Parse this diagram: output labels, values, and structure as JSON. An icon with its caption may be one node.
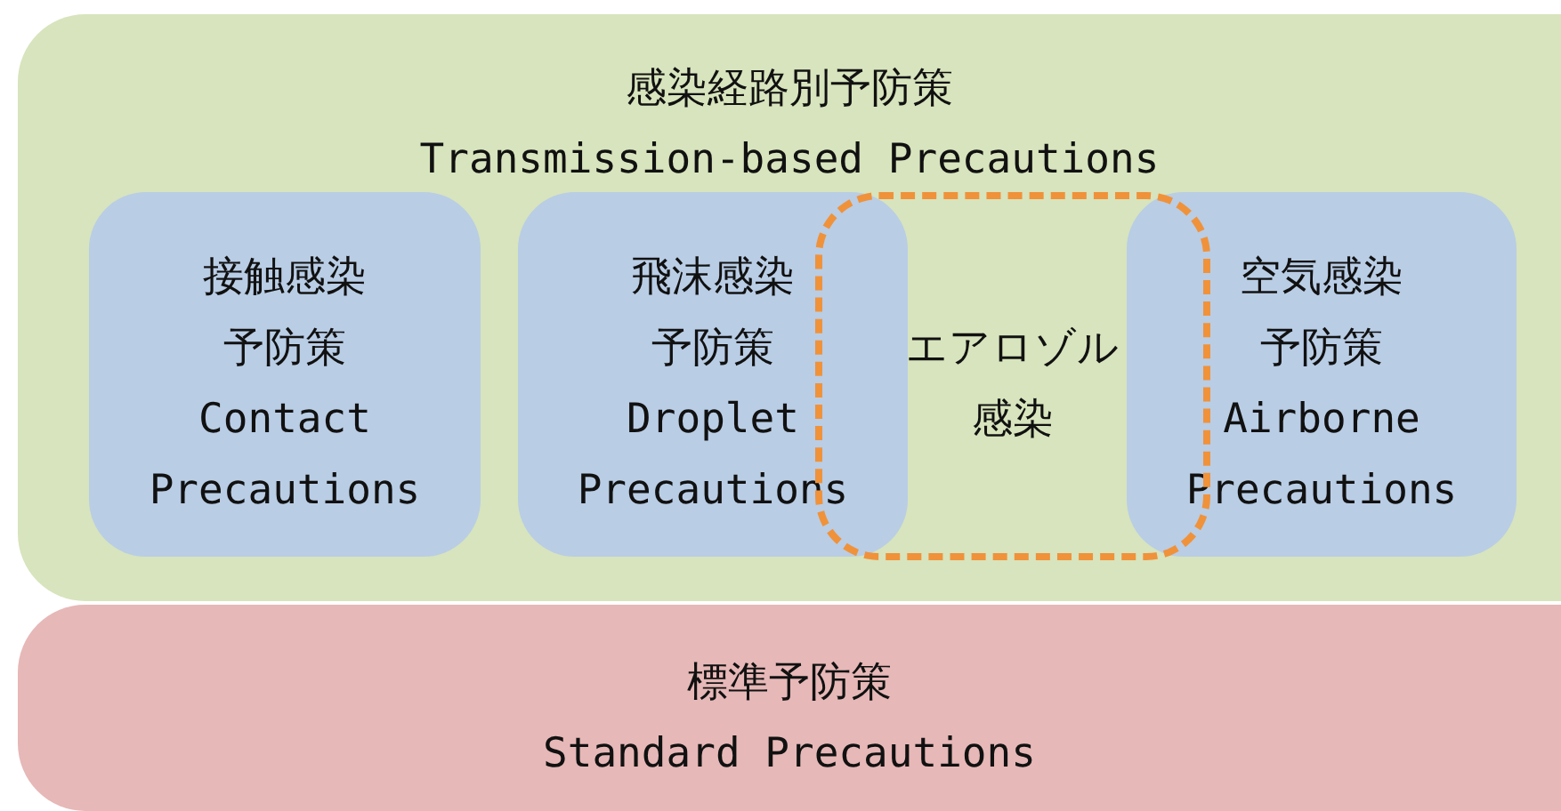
{
  "diagram": {
    "nodes": [
      {
        "text": [
          "感染経路別予防策",
          "Transmission-based Precautions"
        ]
      },
      {
        "text": [
          "接触感染予防策",
          "Contact Precautions"
        ],
        "in": 0
      },
      {
        "text": [
          "飛沫感染予防策",
          "Droplet Precautions"
        ],
        "in": 0
      },
      {
        "text": [
          "エアロゾル感染"
        ],
        "in": 0
      },
      {
        "text": [
          "空気感染予防策",
          "Airborne Precautions"
        ],
        "in": 0
      },
      {
        "text": [
          "標準予防策",
          "Standard Precautions"
        ]
      }
    ]
  }
}
